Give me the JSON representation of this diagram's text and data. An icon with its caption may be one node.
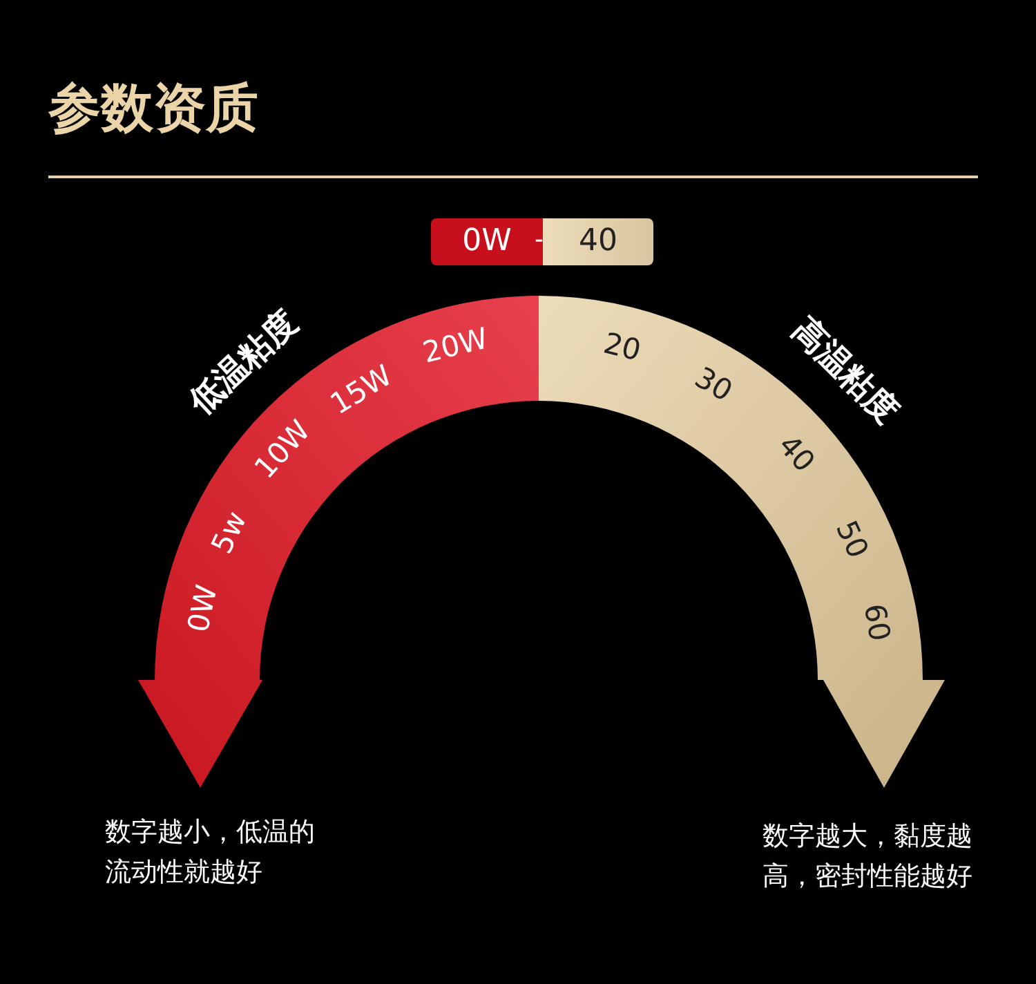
{
  "diagram": {
    "title": "参数资质",
    "labels": [
      "0W",
      "-",
      "40",
      "低温粘度",
      "0W",
      "5w",
      "10W",
      "15W",
      "20W",
      "高温粘度",
      "20",
      "30",
      "40",
      "50",
      "60",
      "数字越小，低温的流动性就越好",
      "数字越大，黏度越高，密封性能越好"
    ]
  }
}
